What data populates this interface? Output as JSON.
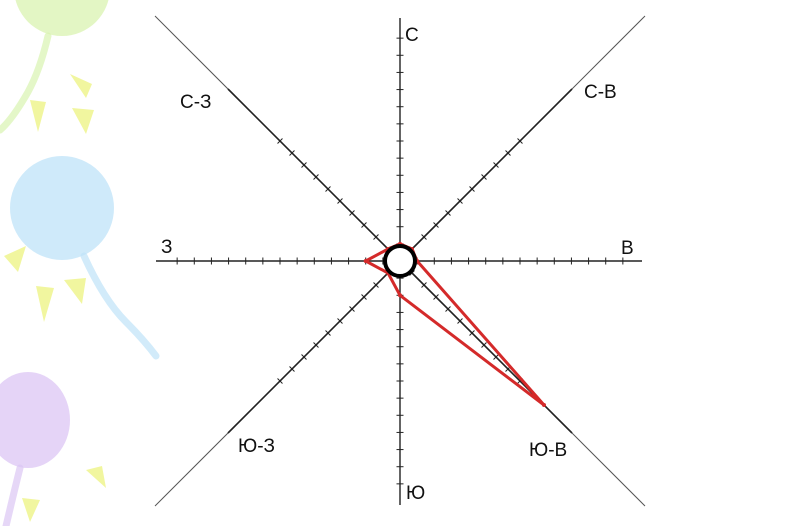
{
  "chart_data": {
    "type": "wind-rose",
    "directions": [
      "С",
      "С-В",
      "В",
      "Ю-В",
      "Ю",
      "Ю-З",
      "З",
      "С-З"
    ],
    "values": [
      1,
      1,
      1,
      12,
      2,
      1,
      2,
      1
    ],
    "scale_max": 14,
    "colors": {
      "rose": "#d42a2a",
      "axes": "#222222",
      "diagonals": "#555555",
      "center_ring": "#000000"
    }
  },
  "decor": {
    "balloon_colors": [
      "#d9f3b0",
      "#bfe3f8",
      "#dcc6f4"
    ],
    "ray_color": "#eef58e"
  }
}
